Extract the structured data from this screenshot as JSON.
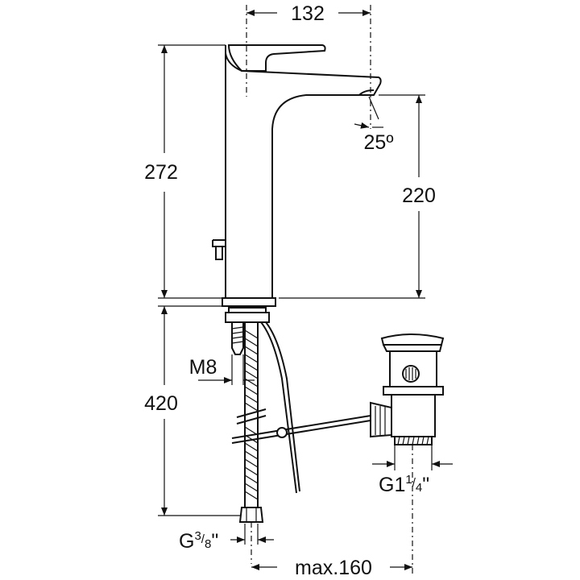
{
  "dimensions": {
    "spout_reach": "132",
    "total_height": "272",
    "spout_height": "220",
    "spout_angle": "25º",
    "rod_thread": "M8",
    "drain_height": "420",
    "waste_thread": "G1¼\"",
    "waste_thread_main": "G1",
    "waste_thread_num": "1",
    "waste_thread_slash": "/",
    "waste_thread_den": "4",
    "waste_thread_quote": "\"",
    "hose_thread": "G⅜\"",
    "hose_thread_main": "G",
    "hose_thread_num": "3",
    "hose_thread_slash": "/",
    "hose_thread_den": "8",
    "hose_thread_quote": "\"",
    "max_distance": "max.160"
  }
}
